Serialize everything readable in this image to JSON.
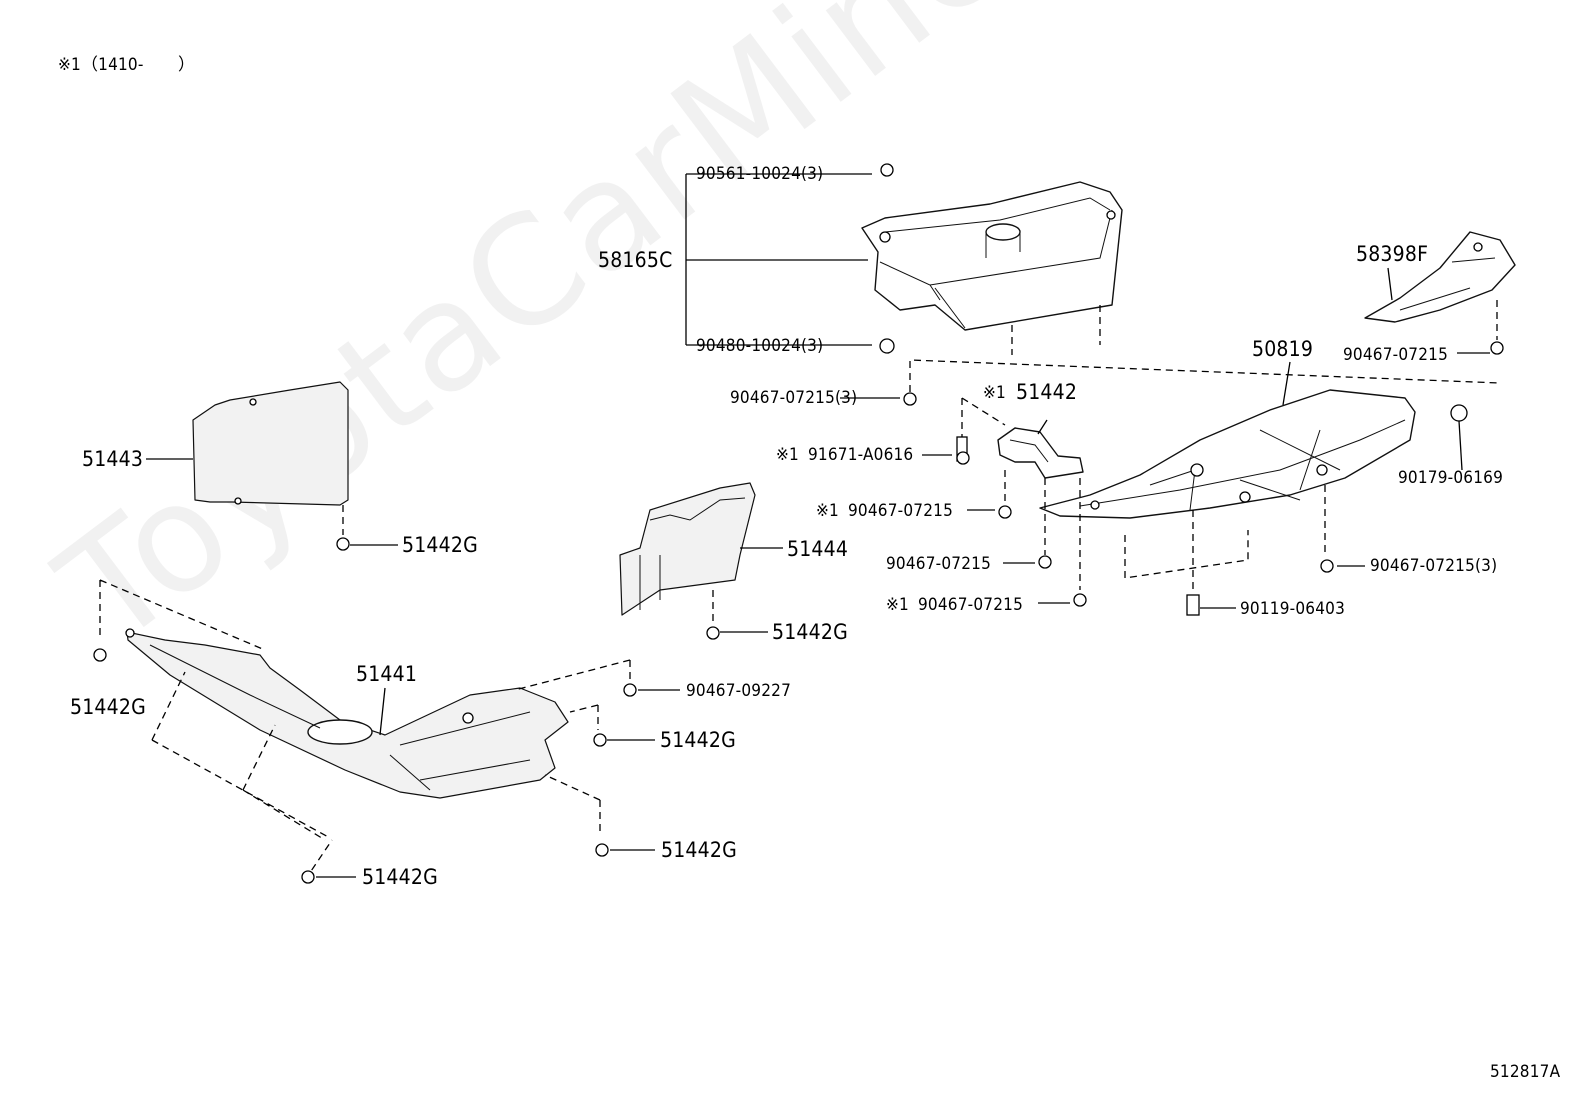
{
  "note": "※1（1410-　　）",
  "figure_code": "512817A",
  "watermark": "ToyotaCarMine.ru",
  "callouts": {
    "p58165C": "58165C",
    "p90561": "90561-10024(3)",
    "p90480": "90480-10024(3)",
    "p90467_top3": "90467-07215(3)",
    "p58398F": "58398F",
    "p90467_right": "90467-07215",
    "p50819": "50819",
    "p90179": "90179-06169",
    "p51442": "51442",
    "p51442_mark": "※1",
    "p91671": "91671-A0616",
    "p91671_mark": "※1",
    "p90467_mid1": "90467-07215",
    "p90467_mid1_mark": "※1",
    "p90467_mid2": "90467-07215",
    "p90467_mid3": "90467-07215",
    "p90467_mid3_mark": "※1",
    "p90467_right3": "90467-07215(3)",
    "p90119": "90119-06403",
    "p51443": "51443",
    "p51442G_a": "51442G",
    "p51444": "51444",
    "p51442G_b": "51442G",
    "p51442G_c": "51442G",
    "p51441": "51441",
    "p90467_09227": "90467-09227",
    "p51442G_d": "51442G",
    "p51442G_e": "51442G",
    "p51442G_f": "51442G"
  }
}
